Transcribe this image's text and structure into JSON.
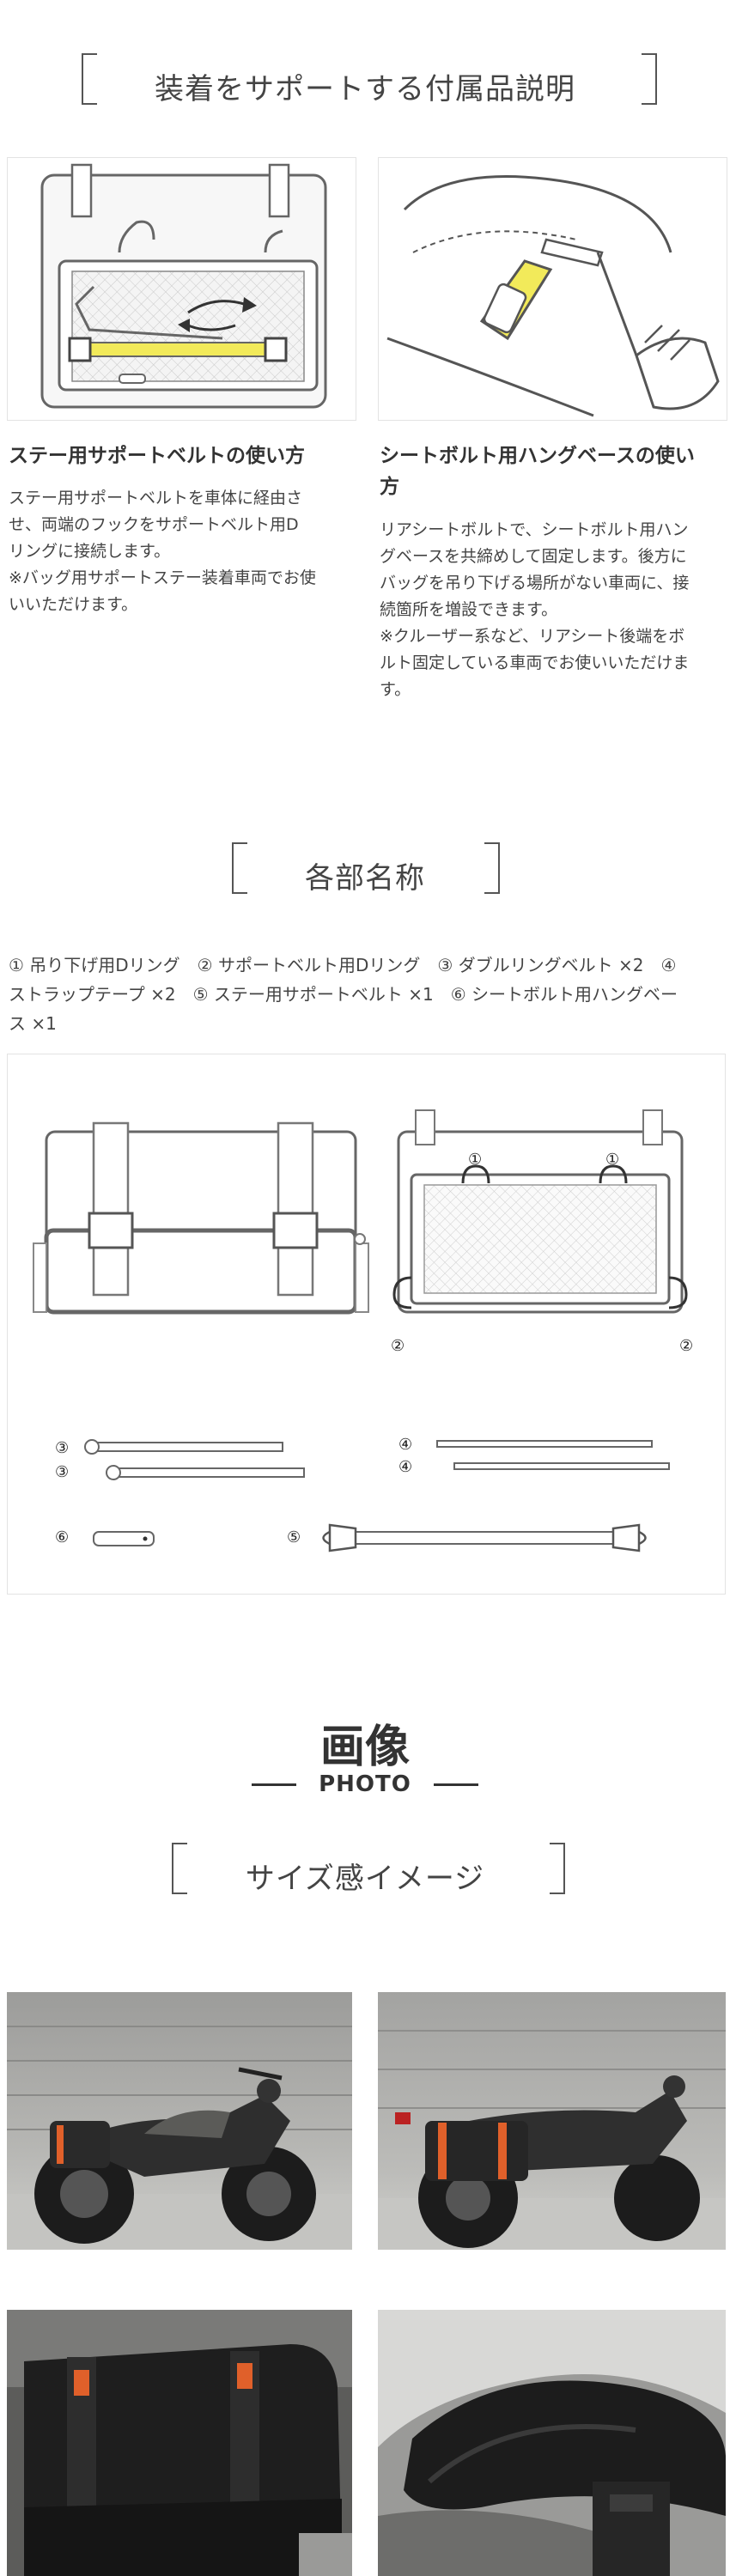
{
  "section1": {
    "title": "装着をサポートする付属品説明",
    "left": {
      "heading": "ステー用サポートベルトの使い方",
      "body": [
        "ステー用サポートベルトを車体に経由さ",
        "せ、両端のフックをサポートベルト用D",
        "リングに接続します。",
        "※バッグ用サポートステー装着車両でお使",
        "いいただけます。"
      ]
    },
    "right": {
      "heading": [
        "シートボルト用ハングベースの使い",
        "方"
      ],
      "body": [
        "リアシートボルトで、シートボルト用ハン",
        "グベースを共締めして固定します。後方に",
        "バッグを吊り下げる場所がない車両に、接",
        "続箇所を増設できます。",
        "※クルーザー系など、リアシート後端をボ",
        "ルト固定している車両でお使いいただけま",
        "す。"
      ]
    }
  },
  "section2": {
    "title": "各部名称",
    "parts_lines": [
      "① 吊り下げ用Dリング　② サポートベルト用Dリング　③ ダブルリングベルト ×2　④",
      "ストラップテープ ×2　⑤ ステー用サポートベルト ×1　⑥ シートボルト用ハングベー",
      "ス ×1"
    ],
    "labels": {
      "n1": "①",
      "n2": "②",
      "n3": "③",
      "n4": "④",
      "n5": "⑤",
      "n6": "⑥"
    }
  },
  "section3": {
    "big": "画像",
    "sub": "PHOTO",
    "title": "サイズ感イメージ"
  },
  "colors": {
    "accent_yellow": "#f2ea5a",
    "line": "#555555",
    "bag_dark": "#2a2a2a",
    "strap_orange": "#e0602a"
  }
}
